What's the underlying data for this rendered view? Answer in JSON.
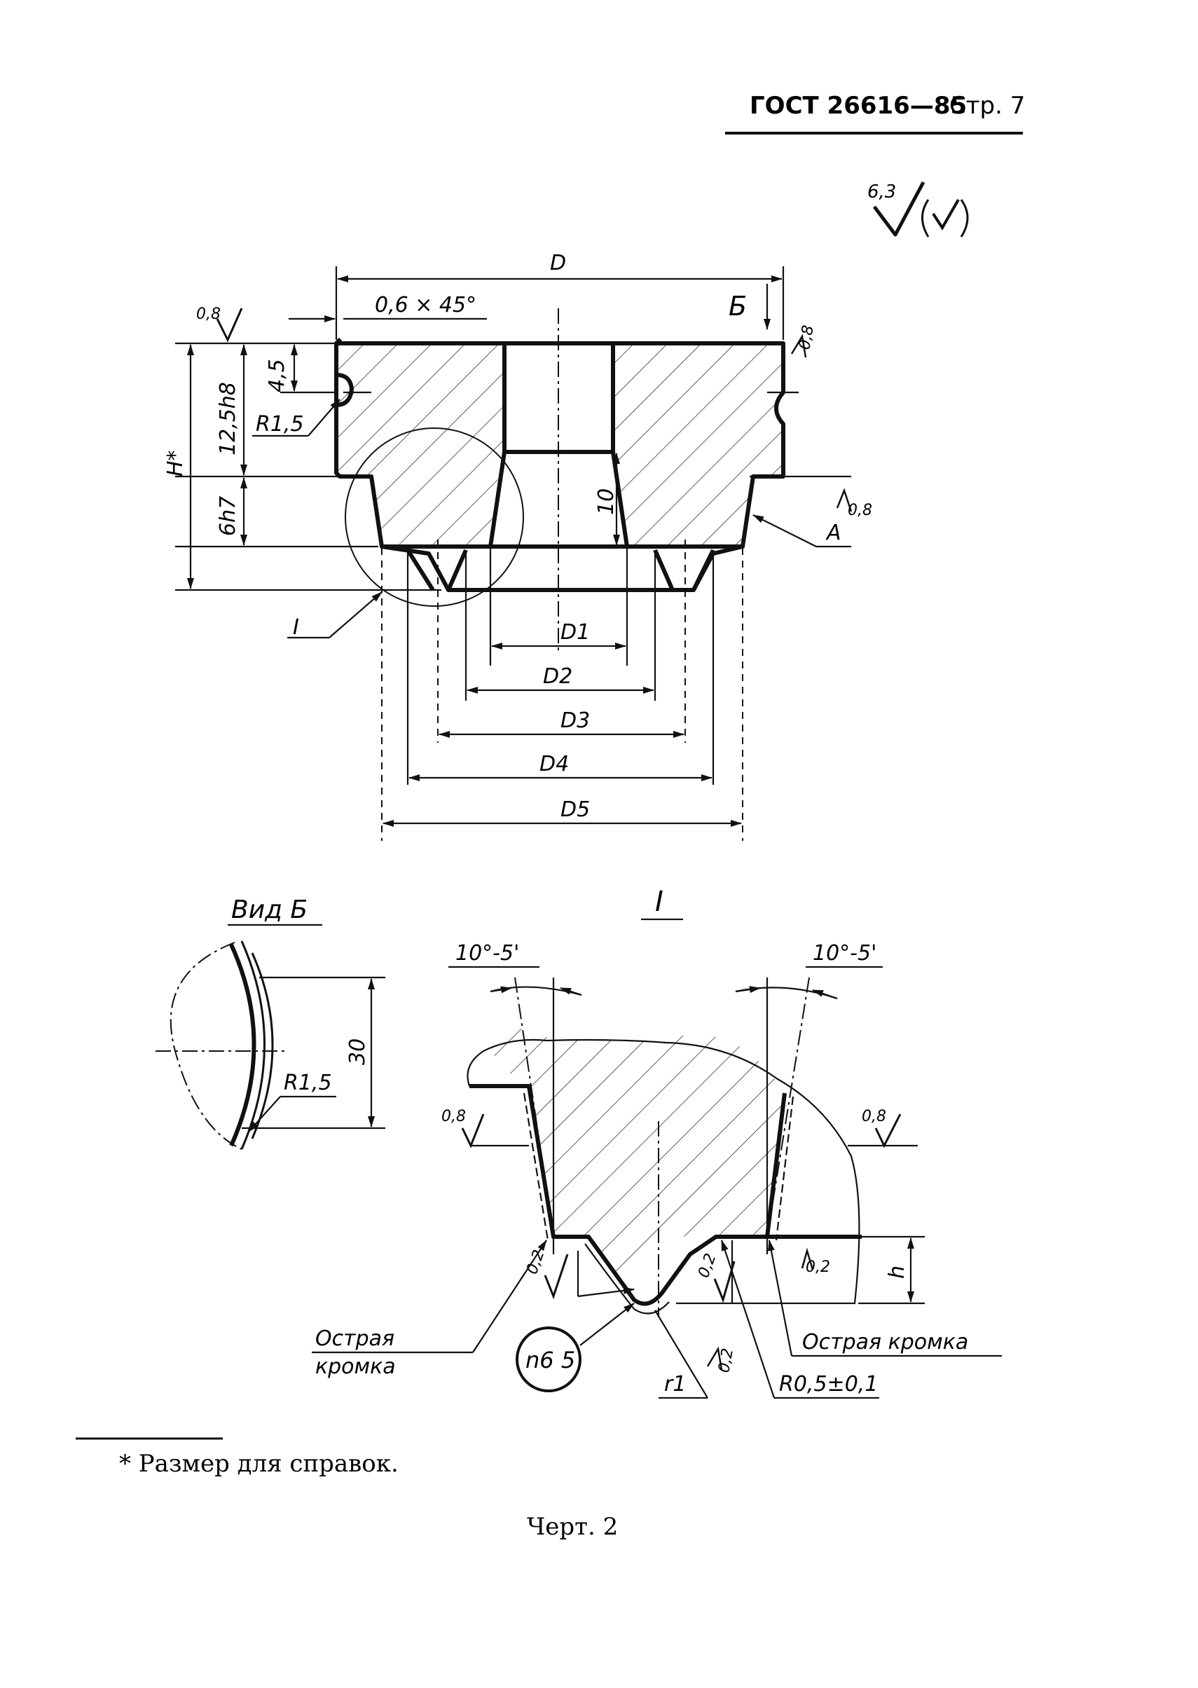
{
  "header": {
    "standard": "ГОСТ 26616—85",
    "page": "Стр. 7"
  },
  "roughness_general": {
    "value": "6,3"
  },
  "main_view": {
    "dim_D": "D",
    "dim_chamfer": "0,6 × 45°",
    "view_mark": "Б",
    "dim_H": "H*",
    "dim_12_5h8": "12,5h8",
    "dim_4_5": "4,5",
    "dim_R1_5": "R1,5",
    "dim_6h7": "6h7",
    "dim_10": "10",
    "dim_D1": "D1",
    "dim_D2": "D2",
    "dim_D3": "D3",
    "dim_D4": "D4",
    "dim_D5": "D5",
    "rough_top_left": "0,8",
    "rough_top_right": "0,8",
    "rough_side_right": "0,8",
    "label_A": "A",
    "detail_ref": "I"
  },
  "view_b": {
    "title": "Вид Б",
    "dim_30": "30",
    "dim_R1_5": "R1,5"
  },
  "detail_i": {
    "title": "I",
    "angle_left": "10°-5'",
    "angle_right": "10°-5'",
    "rough_left": "0,8",
    "rough_right": "0,8",
    "rough_bottom_left": "0,2",
    "rough_bottom_mid": "0,2",
    "rough_bottom_right": "0,2",
    "rough_r1": "0,2",
    "dim_h": "h",
    "sharp_edge_left_1": "Острая",
    "sharp_edge_left_2": "кромка",
    "sharp_edge_right": "Острая кромка",
    "tolerance_circle": "n6 5",
    "dim_r1": "r1",
    "dim_R0_5": "R0,5±0,1"
  },
  "footnote": {
    "text": "* Размер для справок."
  },
  "figure": {
    "caption": "Черт. 2"
  }
}
